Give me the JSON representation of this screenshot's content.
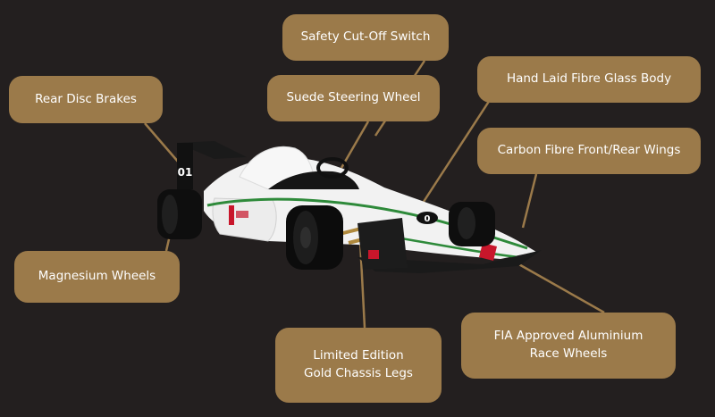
{
  "colors": {
    "background": "#231f1f",
    "callout": "#9b7a4a",
    "leader": "#9b7a4a",
    "text": "#ffffff",
    "car_body": "#f2f2f2",
    "car_stripe": "#2e8a3a",
    "car_accent": "#c8162b"
  },
  "car": {
    "nose_number": "0",
    "wing_number": "01"
  },
  "callouts": {
    "safety_cutoff": {
      "label": "Safety Cut-Off Switch"
    },
    "rear_disc_brakes": {
      "label": "Rear Disc Brakes"
    },
    "suede_steering": {
      "label": "Suede Steering Wheel"
    },
    "fibre_glass_body": {
      "label": "Hand Laid Fibre Glass Body"
    },
    "carbon_wings": {
      "label": "Carbon Fibre Front/Rear Wings"
    },
    "magnesium_wheels": {
      "label": "Magnesium Wheels"
    },
    "gold_chassis": {
      "line1": "Limited Edition",
      "line2": "Gold Chassis Legs"
    },
    "fia_wheels": {
      "line1": "FIA Approved Aluminium",
      "line2": "Race Wheels"
    }
  }
}
